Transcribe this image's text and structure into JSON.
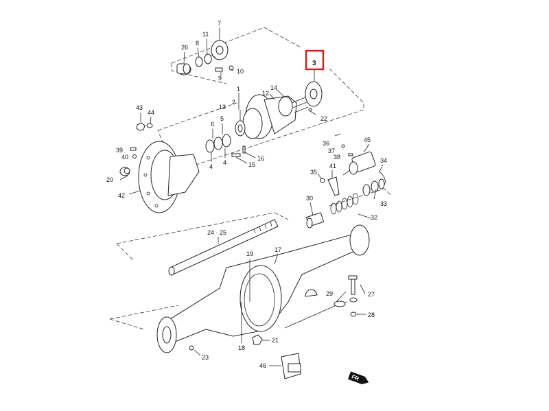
{
  "callouts": [
    {
      "id": "26",
      "label": "26"
    },
    {
      "id": "8",
      "label": "8"
    },
    {
      "id": "11",
      "label": "11"
    },
    {
      "id": "7",
      "label": "7"
    },
    {
      "id": "9",
      "label": "9"
    },
    {
      "id": "10",
      "label": "10"
    },
    {
      "id": "1",
      "label": "1"
    },
    {
      "id": "14",
      "label": "14"
    },
    {
      "id": "12",
      "label": "12"
    },
    {
      "id": "2",
      "label": "2"
    },
    {
      "id": "13",
      "label": "13"
    },
    {
      "id": "22",
      "label": "22"
    },
    {
      "id": "43",
      "label": "43"
    },
    {
      "id": "44",
      "label": "44"
    },
    {
      "id": "6",
      "label": "6"
    },
    {
      "id": "5",
      "label": "5"
    },
    {
      "id": "4a",
      "label": "4"
    },
    {
      "id": "4b",
      "label": "4"
    },
    {
      "id": "39",
      "label": "39"
    },
    {
      "id": "40",
      "label": "40"
    },
    {
      "id": "15",
      "label": "15"
    },
    {
      "id": "16",
      "label": "16"
    },
    {
      "id": "36",
      "label": "36"
    },
    {
      "id": "37",
      "label": "37"
    },
    {
      "id": "38",
      "label": "38"
    },
    {
      "id": "45",
      "label": "45"
    },
    {
      "id": "34",
      "label": "34"
    },
    {
      "id": "20",
      "label": "20"
    },
    {
      "id": "42",
      "label": "42"
    },
    {
      "id": "35",
      "label": "35"
    },
    {
      "id": "41",
      "label": "41"
    },
    {
      "id": "33",
      "label": "33"
    },
    {
      "id": "30",
      "label": "30"
    },
    {
      "id": "32",
      "label": "32"
    },
    {
      "id": "24-25",
      "label": "24 · 25"
    },
    {
      "id": "17",
      "label": "17"
    },
    {
      "id": "19",
      "label": "19"
    },
    {
      "id": "29",
      "label": "29"
    },
    {
      "id": "27",
      "label": "27"
    },
    {
      "id": "28",
      "label": "28"
    },
    {
      "id": "18",
      "label": "18"
    },
    {
      "id": "21",
      "label": "21"
    },
    {
      "id": "23",
      "label": "23"
    },
    {
      "id": "46",
      "label": "46"
    }
  ],
  "highlight": {
    "label": "3",
    "color": "#d42020"
  },
  "direction_badge": {
    "label": "FR"
  }
}
